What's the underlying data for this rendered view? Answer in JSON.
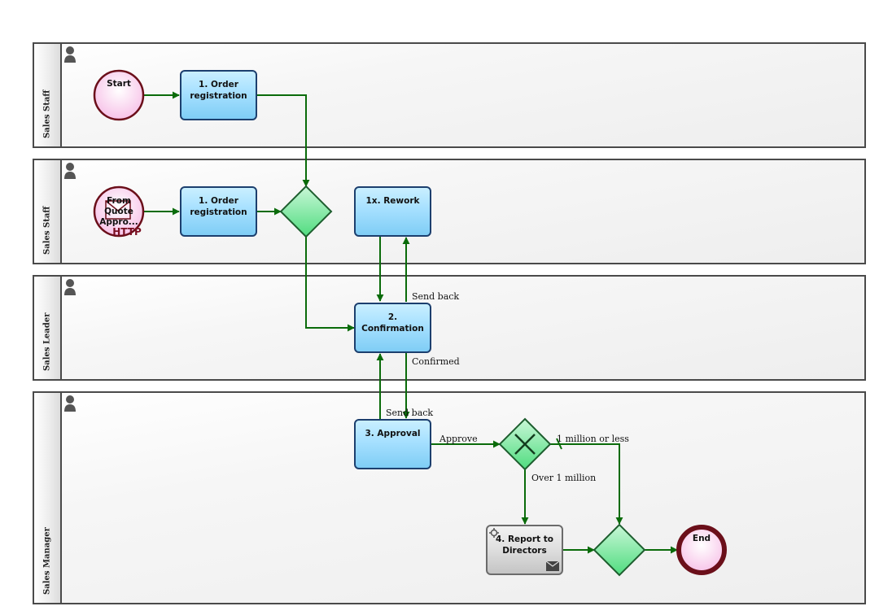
{
  "lanes": [
    {
      "title": "Sales Staff"
    },
    {
      "title": "Sales Staff"
    },
    {
      "title": "Sales Leader"
    },
    {
      "title": "Sales Manager"
    }
  ],
  "events": {
    "start": {
      "label": "Start"
    },
    "message_start": {
      "label": "From\nQuote\nAppro...",
      "badge": "HTTP"
    },
    "end": {
      "label": "End"
    }
  },
  "tasks": {
    "order_registration_1": {
      "label": "1. Order\nregistration"
    },
    "order_registration_2": {
      "label": "1. Order\nregistration"
    },
    "rework": {
      "label": "1x. Rework"
    },
    "confirmation": {
      "label": "2.\nConfirmation"
    },
    "approval": {
      "label": "3. Approval"
    },
    "report": {
      "label": "4. Report to\nDirectors"
    }
  },
  "flow_labels": {
    "send_back_1": "Send back",
    "confirmed": "Confirmed",
    "send_back_2": "Send back",
    "approve": "Approve",
    "one_million_or_less": "1 million or less",
    "over_one_million": "Over 1 million"
  },
  "colors": {
    "flow": "#0a6b0a",
    "task_border": "#1c3f6e",
    "gateway": "#6ee89a",
    "event_border": "#6b0f1a",
    "event_fill": "#fbd3ef"
  },
  "icons": {
    "lane_performer": "person-icon",
    "gateway_exclusive": "x-marker-icon",
    "message_start": "envelope-icon",
    "service_task": "gear-icon",
    "send_message": "envelope-icon"
  }
}
